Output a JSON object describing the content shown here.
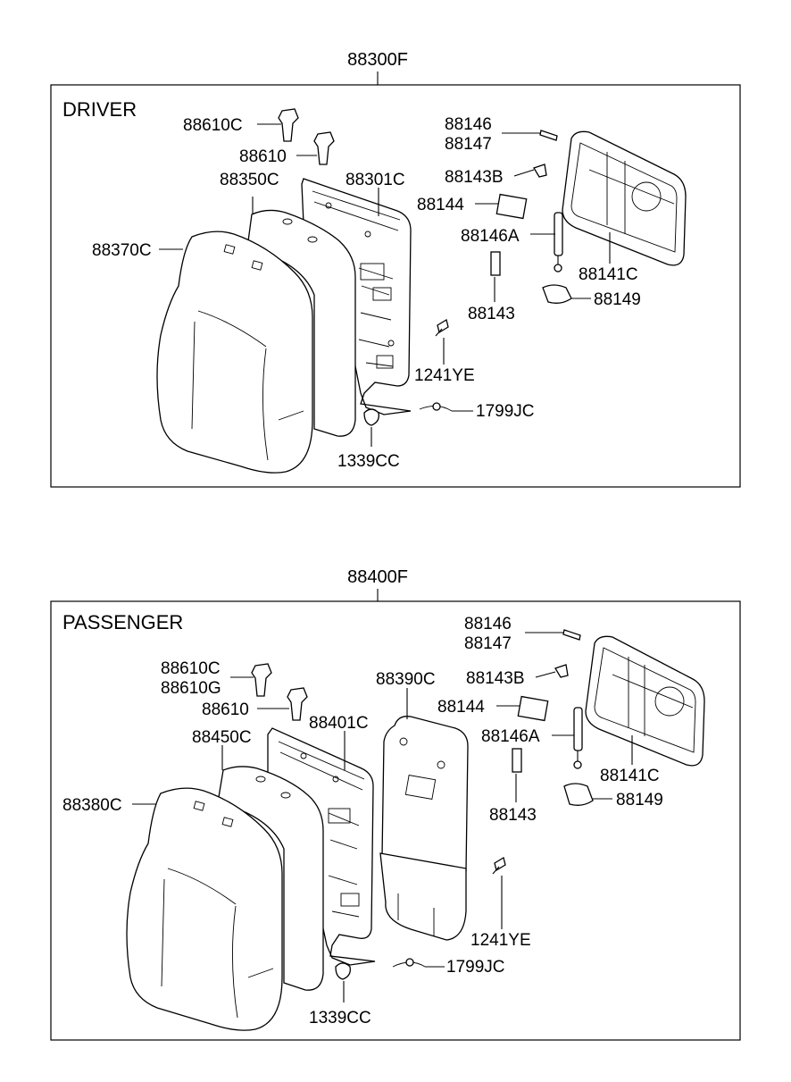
{
  "driver": {
    "assembly_no": "88300F",
    "section_label": "DRIVER",
    "labels": {
      "p88610C": "88610C",
      "p88610": "88610",
      "p88350C": "88350C",
      "p88301C": "88301C",
      "p88370C": "88370C",
      "p88146": "88146",
      "p88147": "88147",
      "p88143B": "88143B",
      "p88144": "88144",
      "p88146A": "88146A",
      "p88141C": "88141C",
      "p88143": "88143",
      "p88149": "88149",
      "p1241YE": "1241YE",
      "p1799JC": "1799JC",
      "p1339CC": "1339CC"
    }
  },
  "passenger": {
    "assembly_no": "88400F",
    "section_label": "PASSENGER",
    "labels": {
      "p88610C": "88610C",
      "p88610G": "88610G",
      "p88610": "88610",
      "p88450C": "88450C",
      "p88401C": "88401C",
      "p88390C": "88390C",
      "p88380C": "88380C",
      "p88146": "88146",
      "p88147": "88147",
      "p88143B": "88143B",
      "p88144": "88144",
      "p88146A": "88146A",
      "p88141C": "88141C",
      "p88143": "88143",
      "p88149": "88149",
      "p1241YE": "1241YE",
      "p1799JC": "1799JC",
      "p1339CC": "1339CC"
    }
  }
}
